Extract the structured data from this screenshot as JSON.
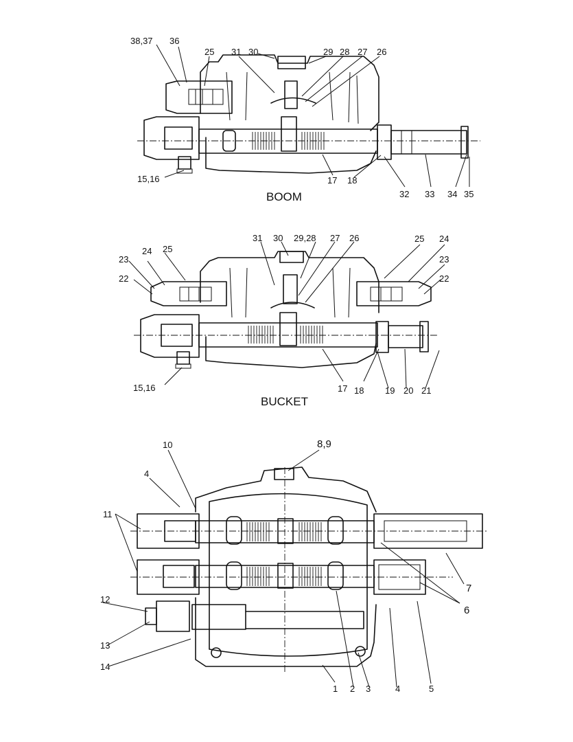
{
  "titles": {
    "boom": "BOOM",
    "bucket": "BUCKET"
  },
  "boom_labels": [
    "38,37",
    "36",
    "25",
    "31",
    "30",
    "29",
    "28",
    "27",
    "26",
    "15,16",
    "17",
    "18",
    "32",
    "33",
    "34",
    "35"
  ],
  "bucket_labels": [
    "31",
    "30",
    "29,28",
    "27",
    "26",
    "25",
    "24",
    "23",
    "22",
    "25",
    "24",
    "23",
    "22",
    "15,16",
    "17",
    "18",
    "19",
    "20",
    "21"
  ],
  "assembly_labels": [
    "8,9",
    "10",
    "4",
    "11",
    "12",
    "13",
    "14",
    "7",
    "6",
    "1",
    "2",
    "3",
    "4",
    "5"
  ]
}
